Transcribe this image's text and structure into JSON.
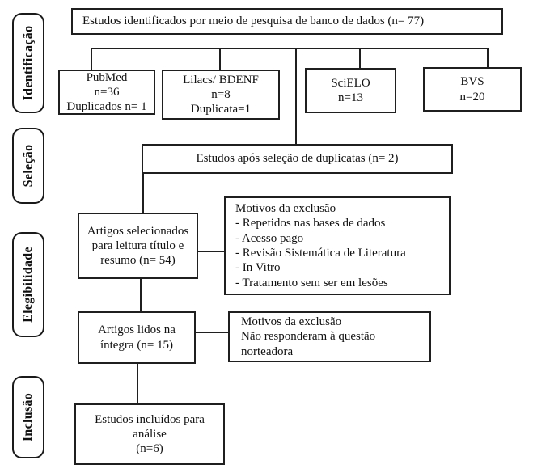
{
  "stages": {
    "identificacao": "Identificação",
    "selecao": "Seleção",
    "elegibilidade": "Elegibilidade",
    "inclusao": "Inclusão"
  },
  "boxes": {
    "identified": {
      "text": "Estudos identificados por meio de pesquisa de banco de dados (n= 77)"
    },
    "pubmed": {
      "line1": "PubMed",
      "line2": "n=36",
      "line3": "Duplicados n= 1"
    },
    "lilacs": {
      "line1": "Lilacs/ BDENF",
      "line2": "n=8",
      "line3": "Duplicata=1"
    },
    "scielo": {
      "line1": "SciELO",
      "line2": "n=13"
    },
    "bvs": {
      "line1": "BVS",
      "line2": "n=20"
    },
    "after_duplicates": {
      "text": "Estudos após seleção de duplicatas (n= 2)"
    },
    "selected": {
      "line1": "Artigos selecionados",
      "line2": "para leitura título e",
      "line3": "resumo (n= 54)"
    },
    "exclusion1": {
      "title": "Motivos da exclusão",
      "items": [
        "- Repetidos nas bases de dados",
        "- Acesso pago",
        "- Revisão Sistemática de Literatura",
        "- In Vitro",
        "- Tratamento sem ser em lesões"
      ]
    },
    "full_read": {
      "line1": "Artigos lidos na",
      "line2": "íntegra (n= 15)"
    },
    "exclusion2": {
      "title": "Motivos da exclusão",
      "line2": "Não responderam à questão norteadora"
    },
    "included": {
      "line1": "Estudos incluídos para",
      "line2": "análise",
      "line3": "(n=6)"
    }
  },
  "colors": {
    "border": "#1f1f1f",
    "background": "#ffffff",
    "text": "#111111"
  }
}
